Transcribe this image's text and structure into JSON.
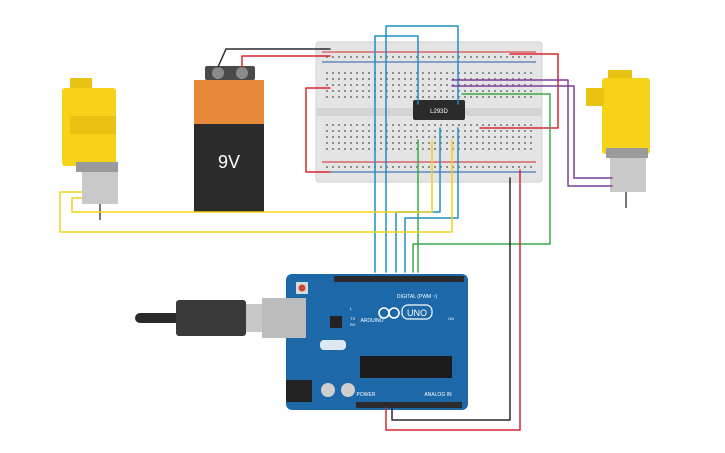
{
  "battery": {
    "label": "9V"
  },
  "driver_ic": {
    "label": "L293D"
  },
  "arduino": {
    "brand": "ARDUINO",
    "model": "UNO",
    "digital_label": "DIGITAL (PWM ~)",
    "power_label": "POWER",
    "analog_label": "ANALOG IN",
    "tx_label": "TX",
    "rx_label": "RX",
    "l_label": "L",
    "on_label": "ON"
  },
  "colors": {
    "wire_red": "#d8262e",
    "wire_black": "#2a2a2a",
    "wire_blue": "#1f8fc4",
    "wire_green": "#3aa84a",
    "wire_yellow": "#f2d21a",
    "wire_purple": "#7d3d9c",
    "arduino_board": "#1c68a8",
    "motor_yellow": "#f6d218",
    "battery_orange": "#e8893a"
  }
}
